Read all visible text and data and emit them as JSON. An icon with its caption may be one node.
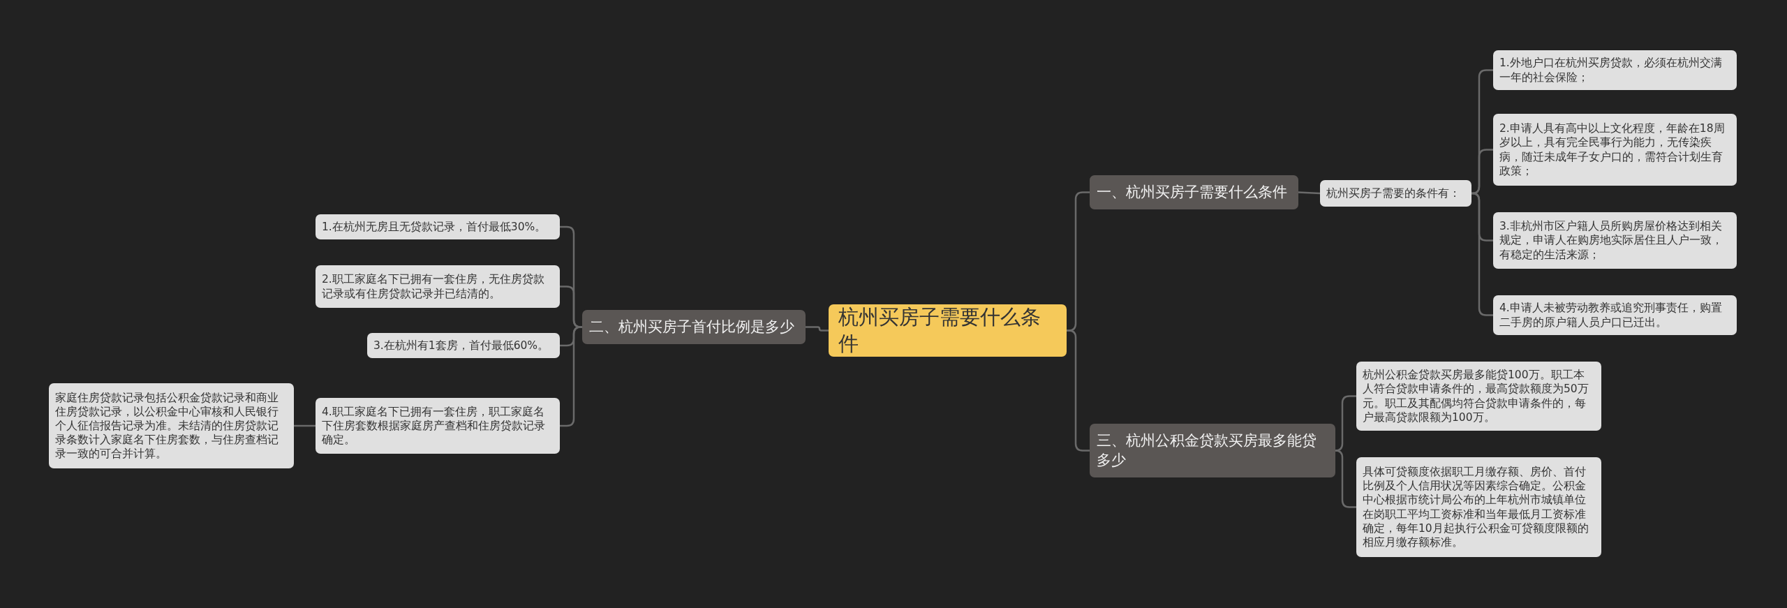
{
  "diagram": {
    "nodes": [
      {
        "text": [
          "杭州买房子需要什么条件"
        ]
      },
      {
        "text": [
          "一、杭州买房子需要什么条件"
        ]
      },
      {
        "text": [
          "杭州买房子需要的条件有："
        ]
      },
      {
        "text": [
          "1.外地户口在杭州买房贷款，必须在杭州交满一年的社会保险；"
        ]
      },
      {
        "text": [
          "2.申请人具有高中以上文化程度，年龄在18周岁以上，具有完全民事行为能力，无传染疾病，随迁未成年子女户口的，需符合计划生育政策；"
        ]
      },
      {
        "text": [
          "3.非杭州市区户籍人员所购房屋价格达到相关规定，申请人在购房地实际居住且人户一致，有稳定的生活来源；"
        ]
      },
      {
        "text": [
          "4.申请人未被劳动教养或追究刑事责任，购置二手房的原户籍人员户口已迁出。"
        ]
      },
      {
        "text": [
          "三、杭州公积金贷款买房最多能贷多少"
        ]
      },
      {
        "text": [
          "杭州公积金贷款买房最多能贷100万。职工本人符合贷款申请条件的，最高贷款额度为50万元。职工及其配偶均符合贷款申请条件的，每户最高贷款限额为100万。"
        ]
      },
      {
        "text": [
          "具体可贷额度依据职工月缴存额、房价、首付比例及个人信用状况等因素综合确定。公积金中心根据市统计局公布的上年杭州市城镇单位在岗职工平均工资标准和当年最低月工资标准确定，每年10月起执行公积金可贷额度限额的相应月缴存额标准。"
        ]
      },
      {
        "text": [
          "二、杭州买房子首付比例是多少"
        ]
      },
      {
        "text": [
          "1.在杭州无房且无贷款记录，首付最低30%。"
        ]
      },
      {
        "text": [
          "2.职工家庭名下已拥有一套住房，无住房贷款记录或有住房贷款记录并已结清的。"
        ]
      },
      {
        "text": [
          "3.在杭州有1套房，首付最低60%。"
        ]
      },
      {
        "text": [
          "4.职工家庭名下已拥有一套住房，职工家庭名下住房套数根据家庭房产查档和住房贷款记录确定。"
        ]
      },
      {
        "text": [
          "家庭住房贷款记录包括公积金贷款记录和商业住房贷款记录，以公积金中心审核和人民银行个人征信报告记录为准。未结清的住房贷款记录条数计入家庭名下住房套数，与住房查档记录一致的可合并计算。"
        ]
      }
    ],
    "edges": [
      {
        "from": 0,
        "to": 1,
        "arrow": "none"
      },
      {
        "from": 1,
        "to": 2,
        "arrow": "none"
      },
      {
        "from": 2,
        "to": 3,
        "arrow": "none"
      },
      {
        "from": 2,
        "to": 4,
        "arrow": "none"
      },
      {
        "from": 2,
        "to": 5,
        "arrow": "none"
      },
      {
        "from": 2,
        "to": 6,
        "arrow": "none"
      },
      {
        "from": 0,
        "to": 7,
        "arrow": "none"
      },
      {
        "from": 7,
        "to": 8,
        "arrow": "none"
      },
      {
        "from": 7,
        "to": 9,
        "arrow": "none"
      },
      {
        "from": 0,
        "to": 10,
        "arrow": "none"
      },
      {
        "from": 10,
        "to": 11,
        "arrow": "none"
      },
      {
        "from": 10,
        "to": 12,
        "arrow": "none"
      },
      {
        "from": 10,
        "to": 13,
        "arrow": "none"
      },
      {
        "from": 10,
        "to": 14,
        "arrow": "none"
      },
      {
        "from": 14,
        "to": 15,
        "arrow": "none"
      }
    ]
  }
}
